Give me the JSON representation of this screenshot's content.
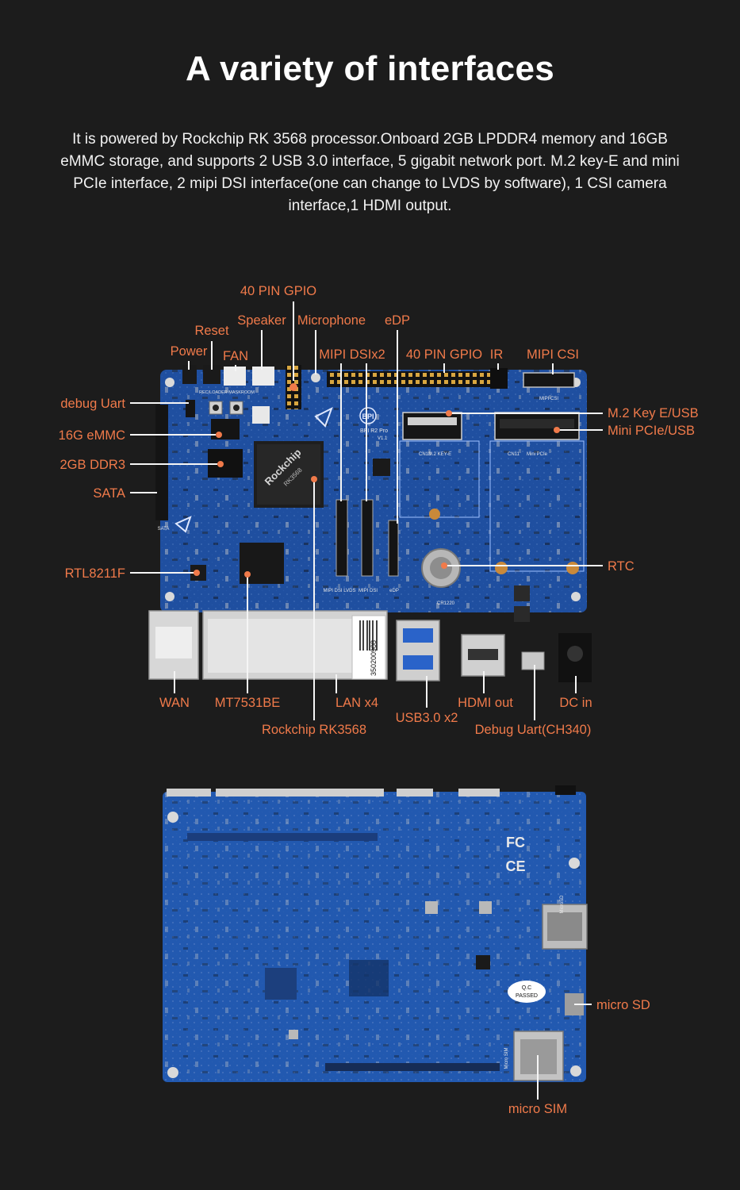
{
  "header": {
    "title": "A variety of interfaces",
    "description": "It is powered by Rockchip RK 3568 processor.Onboard 2GB LPDDR4 memory and 16GB eMMC storage, and supports 2 USB 3.0 interface, 5 gigabit network port. M.2 key-E and mini PCIe interface, 2 mipi DSI interface(one can change to LVDS by software), 1 CSI camera interface,1 HDMI output."
  },
  "front_board": {
    "silkscreen": {
      "brand": "BPI",
      "model": "BPI R2 Pro",
      "version": "V1.1",
      "cpu_mark": "Rockchip",
      "cpu_part": "RK3568",
      "barcode": "350200908",
      "slot_m2": "M.2 KEY-E",
      "slot_pcie": "Mini PCIe",
      "cn13": "CN13",
      "cn11": "CN11",
      "csi": "MIPI CSI",
      "dsi1": "MIPI DSI LVDS",
      "dsi2": "MIPI DSI",
      "edp": "eDP",
      "rtc": "CR1220",
      "rec": "REC/LOADER  MASKROOM",
      "sata": "SATA"
    },
    "labels": {
      "gpio40_top": "40 PIN GPIO",
      "reset": "Reset",
      "speaker": "Speaker",
      "microphone": "Microphone",
      "edp": "eDP",
      "power": "Power",
      "fan": "FAN",
      "mipi_dsi": "MIPI DSIx2",
      "gpio40": "40 PIN GPIO",
      "ir": "IR",
      "mipi_csi": "MIPI CSI",
      "debug_uart": "debug Uart",
      "emmc": "16G eMMC",
      "ddr": "2GB DDR3",
      "sata": "SATA",
      "rtl": "RTL8211F",
      "m2": "M.2 Key E/USB",
      "pcie": "Mini PCIe/USB",
      "rtc": "RTC",
      "wan": "WAN",
      "mt7531": "MT7531BE",
      "lan": "LAN x4",
      "usb30": "USB3.0 x2",
      "hdmi": "HDMI out",
      "dc": "DC in",
      "rk3568": "Rockchip RK3568",
      "debug_ch340": "Debug Uart(CH340)"
    }
  },
  "back_board": {
    "silkscreen": {
      "qc": "Q.C",
      "passed": "PASSED",
      "fc": "FC",
      "ce": "CE",
      "microsd": "MicroSD",
      "microsim": "Micro SIM"
    },
    "labels": {
      "micro_sd": "micro SD",
      "micro_sim": "micro SIM"
    }
  },
  "colors": {
    "background": "#1c1c1c",
    "label": "#f07a4a",
    "pcb": "#1f4fa0",
    "title": "#ffffff"
  }
}
